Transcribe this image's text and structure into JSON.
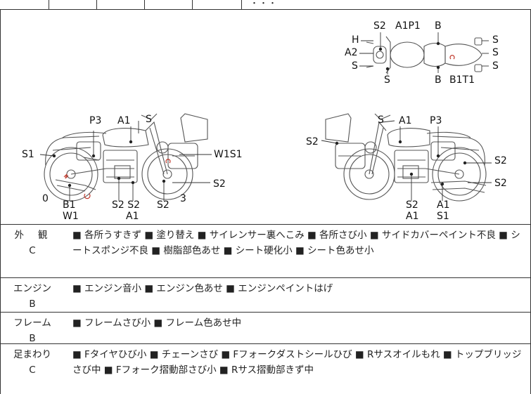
{
  "diagram": {
    "labels_side_left": {
      "p3": "P3",
      "a1_top": "A1",
      "s_top": "S",
      "s1": "S1",
      "w1s1": "W1S1",
      "s2_rear": "S2",
      "zero": "0",
      "three": "3",
      "b1": "B1",
      "w1": "W1",
      "s2s2": "S2 S2",
      "a1_bottom": "A1",
      "s2_bottom": "S2"
    },
    "labels_side_right": {
      "s_top": "S",
      "a1_top": "A1",
      "p3": "P3",
      "s2_left": "S2",
      "s2_right_upper": "S2",
      "s2_right_lower": "S2",
      "s2_bottom": "S2",
      "a1_bottom": "A1",
      "a1_bottom_right": "A1",
      "s1_bottom": "S1"
    },
    "labels_top_view": {
      "s2": "S2",
      "a1p1": "A1P1",
      "b_top": "B",
      "h": "H",
      "a2": "A2",
      "s_left": "S",
      "s_bottom": "S",
      "b_bottom": "B",
      "b1t1": "B1T1",
      "s_r1": "S",
      "s_r2": "S",
      "s_r3": "S"
    }
  },
  "top_row_tail": "・・・",
  "rows": [
    {
      "category": "外観",
      "grade": "C",
      "text": "■ 各所うすきず ■ 塗り替え ■ サイレンサー裏へこみ ■ 各所さび小 ■ サイドカバーペイント不良 ■ シートスポンジ不良 ■ 樹脂部色あせ ■ シート硬化小 ■ シート色あせ小"
    },
    {
      "category": "エンジン",
      "grade": "B",
      "text": "■ エンジン音小 ■ エンジン色あせ ■ エンジンペイントはげ"
    },
    {
      "category": "フレーム",
      "grade": "B",
      "text": "■ フレームさび小 ■ フレーム色あせ中"
    },
    {
      "category": "足まわり",
      "grade": "C",
      "text": "■ Fタイヤひび小 ■ チェーンさび ■ Fフォークダストシールひび ■ Rサスオイルもれ ■ トップブリッジさび中 ■ Fフォーク摺動部さび小 ■ Rサス摺動部きず中"
    }
  ]
}
